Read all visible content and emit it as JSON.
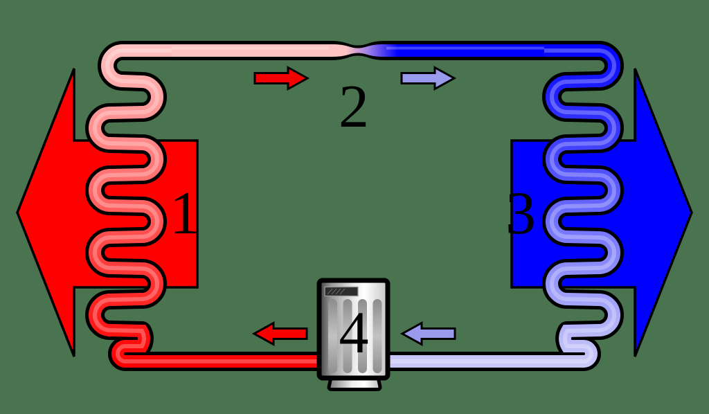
{
  "diagram": {
    "type": "heat-pump-refrigeration-cycle",
    "background_color": "#4A7350",
    "labels": {
      "condenser": "1",
      "expansion_valve": "2",
      "evaporator": "3",
      "compressor": "4"
    },
    "colors": {
      "hot": "#FF0000",
      "hot_pipe_light": "#FFC3C3",
      "cold": "#0000FF",
      "cold_pipe_light": "#C9C9F8",
      "flow_arrow_hot": "#F80000",
      "flow_arrow_cold": "#9A9AEC",
      "outline": "#000000"
    }
  }
}
